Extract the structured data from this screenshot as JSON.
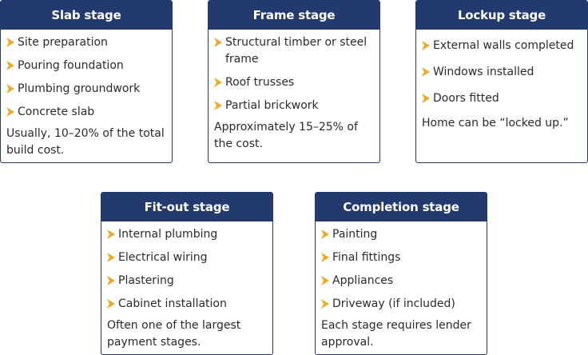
{
  "colors": {
    "header_background": "#233a6e",
    "header_text": "#ffffff",
    "chevron": "#f2a81d",
    "body_text": "#2b2b2b"
  },
  "icon": "chevron-right-icon",
  "stages": [
    {
      "title": "Slab stage",
      "items": [
        "Site preparation",
        "Pouring foundation",
        "Plumbing groundwork",
        "Concrete slab"
      ],
      "note": "Usually, 10–20% of the total build cost."
    },
    {
      "title": "Frame stage",
      "items": [
        "Structural timber or steel frame",
        "Roof trusses",
        "Partial brickwork"
      ],
      "note": "Approximately 15–25% of the cost."
    },
    {
      "title": "Lockup stage",
      "items": [
        "External walls completed",
        "Windows installed",
        "Doors fitted"
      ],
      "note": "Home can be “locked up.”"
    },
    {
      "title": "Fit-out stage",
      "items": [
        "Internal plumbing",
        "Electrical wiring",
        "Plastering",
        "Cabinet installation"
      ],
      "note": "Often one of the largest payment stages."
    },
    {
      "title": "Completion stage",
      "items": [
        "Painting",
        "Final fittings",
        "Appliances",
        "Driveway (if included)"
      ],
      "note": "Each stage requires lender approval."
    }
  ]
}
